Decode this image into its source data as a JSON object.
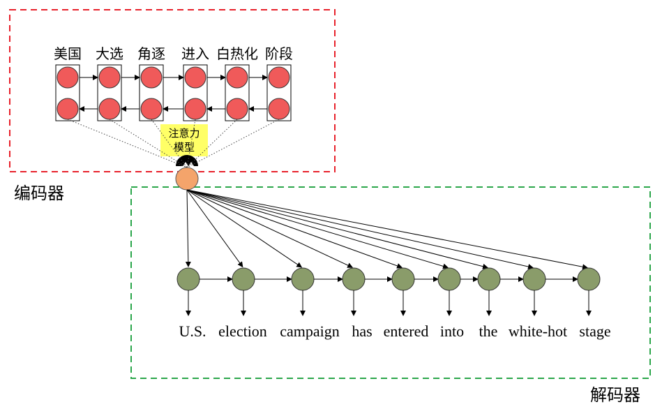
{
  "encoder": {
    "label": "编码器",
    "tokens": [
      "美国",
      "大选",
      "角逐",
      "进入",
      "白热化",
      "阶段"
    ],
    "border_color": "#e8202a",
    "node_color": "#f05a5a"
  },
  "attention": {
    "label_line1": "注意力",
    "label_line2": "模型",
    "box_color": "#ffff66",
    "context_node_color": "#f4a46b"
  },
  "decoder": {
    "label": "解码器",
    "tokens": [
      "U.S.",
      "election",
      "campaign",
      "has",
      "entered",
      "into",
      "the",
      "white-hot",
      "stage"
    ],
    "border_color": "#2aa64a",
    "node_color": "#8a9c6a"
  }
}
